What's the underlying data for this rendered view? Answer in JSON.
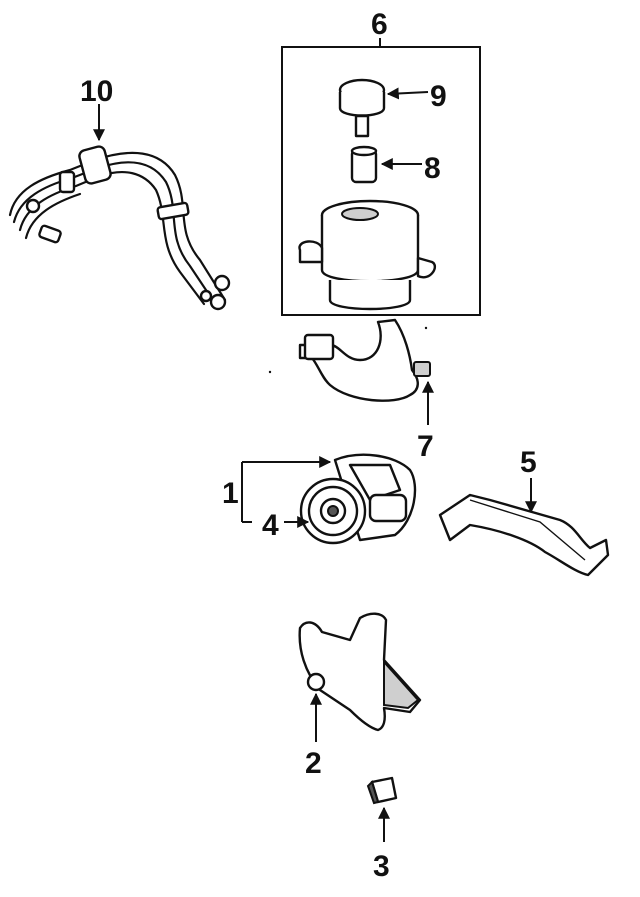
{
  "callouts": {
    "c1": "1",
    "c2": "2",
    "c3": "3",
    "c4": "4",
    "c5": "5",
    "c6": "6",
    "c7": "7",
    "c8": "8",
    "c9": "9",
    "c10": "10"
  },
  "colors": {
    "ink": "#111111",
    "background": "#ffffff",
    "shade": "#cfcfcf"
  }
}
